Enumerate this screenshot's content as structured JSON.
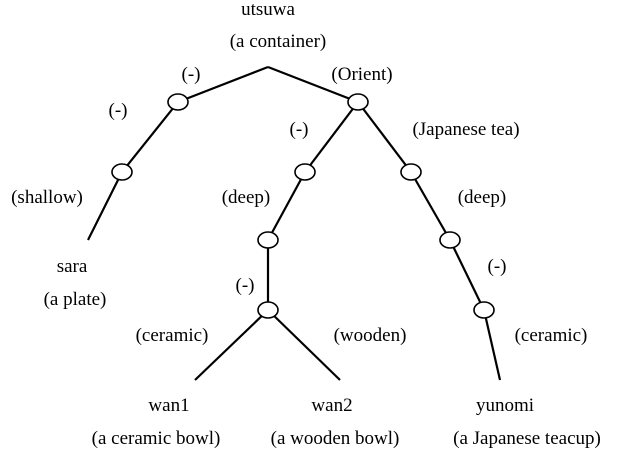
{
  "root": {
    "word": "utsuwa",
    "gloss": "(a container)"
  },
  "leaves": {
    "sara": {
      "word": "sara",
      "gloss": "(a plate)"
    },
    "wan1": {
      "word": "wan1",
      "gloss": "(a ceramic bowl)"
    },
    "wan2": {
      "word": "wan2",
      "gloss": "(a wooden bowl)"
    },
    "yunomi": {
      "word": "yunomi",
      "gloss": "(a Japanese teacup)"
    }
  },
  "edge_labels": {
    "root_left": "(-)",
    "root_right": "(Orient)",
    "left_upper": "(-)",
    "left_lower": "(shallow)",
    "mid_upper": "(-)",
    "mid_deep": "(deep)",
    "mid_lower": "(-)",
    "ceramic": "(ceramic)",
    "wooden": "(wooden)",
    "tea": "(Japanese tea)",
    "tea_deep": "(deep)",
    "tea_minus": "(-)",
    "tea_ceramic": "(ceramic)"
  }
}
